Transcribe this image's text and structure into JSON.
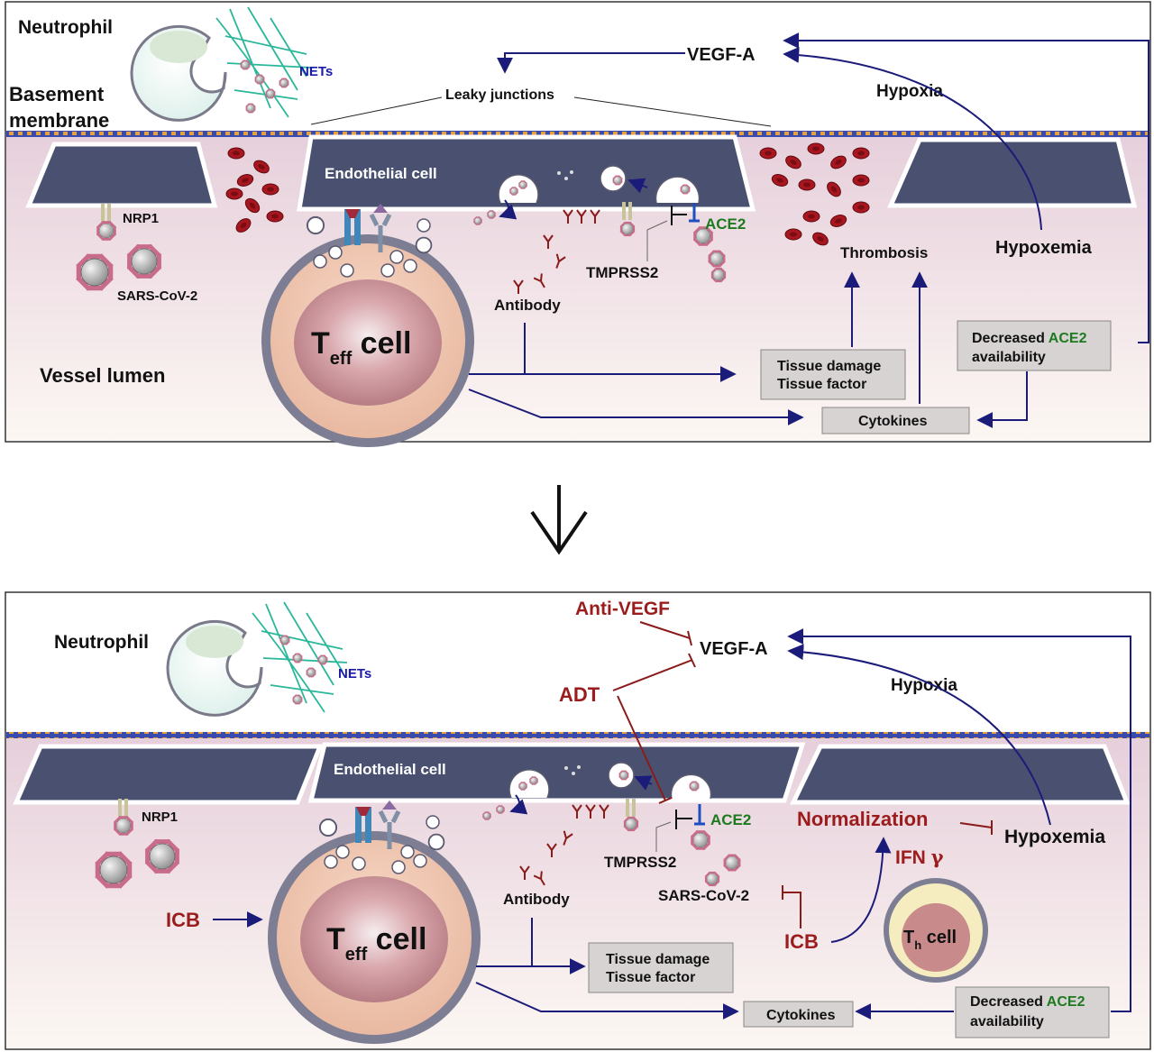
{
  "colors": {
    "arrow": "#1b1b7a",
    "inhibit": "#8b1a1a",
    "cell_dark": "#4a5170",
    "lumen_top": "#e8d3de",
    "lumen_bottom": "#fbf5f3",
    "membrane": "#2c3fa0",
    "membrane_dots": "#e8a23a",
    "red_label": "#9b1c1c",
    "green_label": "#1e7a1e",
    "net_color": "#2bb79a"
  },
  "top_panel": {
    "neutrophil": "Neutrophil",
    "nets": "NETs",
    "basement_1": "Basement",
    "basement_2": "membrane",
    "leaky": "Leaky junctions",
    "vegf": "VEGF-A",
    "hypoxia": "Hypoxia",
    "endothelial": "Endothelial cell",
    "nrp1": "NRP1",
    "sars": "SARS-CoV-2",
    "ace2": "ACE2",
    "tmprss2": "TMPRSS2",
    "antibody": "Antibody",
    "thrombosis": "Thrombosis",
    "hypoxemia": "Hypoxemia",
    "teff_main": "T",
    "teff_sub": "eff",
    "teff_cell": " cell",
    "vessel": "Vessel lumen",
    "tissue_1": "Tissue damage",
    "tissue_2": "Tissue factor",
    "cytokines": "Cytokines",
    "decreased": "Decreased ",
    "dec_ace2": "ACE2",
    "availability": "availability"
  },
  "bottom_panel": {
    "neutrophil": "Neutrophil",
    "nets": "NETs",
    "anti_vegf": "Anti-VEGF",
    "vegf": "VEGF-A",
    "adt": "ADT",
    "hypoxia": "Hypoxia",
    "endothelial": "Endothelial cell",
    "nrp1": "NRP1",
    "ace2": "ACE2",
    "normalization": "Normalization",
    "hypoxemia": "Hypoxemia",
    "tmprss2": "TMPRSS2",
    "ifn": "IFN ",
    "ifn_gamma": "γ",
    "antibody": "Antibody",
    "sars": "SARS-CoV-2",
    "icb_left": "ICB",
    "icb_right": "ICB",
    "teff_main": "T",
    "teff_sub": "eff",
    "teff_cell": " cell",
    "th_main": "T",
    "th_sub": "h",
    "th_cell": " cell",
    "tissue_1": "Tissue damage",
    "tissue_2": "Tissue factor",
    "cytokines": "Cytokines",
    "decreased": "Decreased ",
    "dec_ace2": "ACE2",
    "availability": "availability"
  },
  "icons": [
    "neutrophil-icon",
    "net-icon",
    "virus-icon",
    "nrp1-receptor-icon",
    "ace2-receptor-icon",
    "antibody-icon",
    "red-blood-cell-icon",
    "vesicle-icon",
    "down-arrow-icon"
  ]
}
